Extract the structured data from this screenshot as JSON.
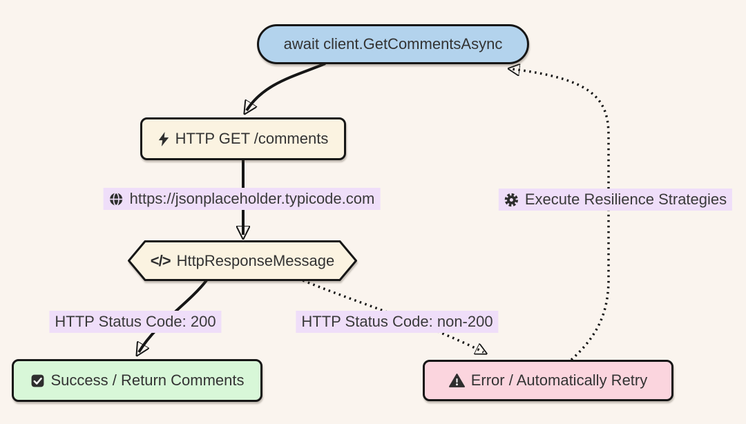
{
  "diagram": {
    "type": "flowchart",
    "colors": {
      "background": "#faf4ee",
      "start_node_fill": "#b3d3ed",
      "process_node_fill": "#fbf3e1",
      "success_node_fill": "#d8f7d8",
      "error_node_fill": "#fbd5de",
      "edge_label_bg": "#efdef9",
      "stroke": "#161616",
      "text": "#363636"
    },
    "nodes": {
      "start": {
        "label": "await client.GetCommentsAsync",
        "shape": "stadium"
      },
      "http_get": {
        "label": "HTTP GET /comments",
        "icon": "bolt-icon",
        "shape": "rounded-rect"
      },
      "response": {
        "label": "HttpResponseMessage",
        "icon": "code-icon",
        "icon_glyph": "</>",
        "shape": "hexagon"
      },
      "success": {
        "label": "Success / Return Comments",
        "icon": "check-square-icon",
        "shape": "rounded-rect"
      },
      "error": {
        "label": "Error / Automatically Retry",
        "icon": "warning-icon",
        "shape": "rounded-rect"
      }
    },
    "edge_labels": {
      "base_url": {
        "icon": "globe-icon",
        "label": "https://jsonplaceholder.typicode.com"
      },
      "status_200": {
        "label": "HTTP Status Code: 200"
      },
      "status_non_200": {
        "label": "HTTP Status Code: non-200"
      },
      "resilience": {
        "icon": "gear-icon",
        "label": "Execute Resilience Strategies"
      }
    },
    "edges": [
      {
        "from": "start",
        "to": "http_get",
        "style": "solid"
      },
      {
        "from": "http_get",
        "to": "response",
        "style": "solid",
        "label": "https://jsonplaceholder.typicode.com"
      },
      {
        "from": "response",
        "to": "success",
        "style": "solid",
        "label": "HTTP Status Code: 200"
      },
      {
        "from": "response",
        "to": "error",
        "style": "dotted",
        "label": "HTTP Status Code: non-200"
      },
      {
        "from": "error",
        "to": "start",
        "style": "dotted",
        "label": "Execute Resilience Strategies"
      }
    ]
  }
}
